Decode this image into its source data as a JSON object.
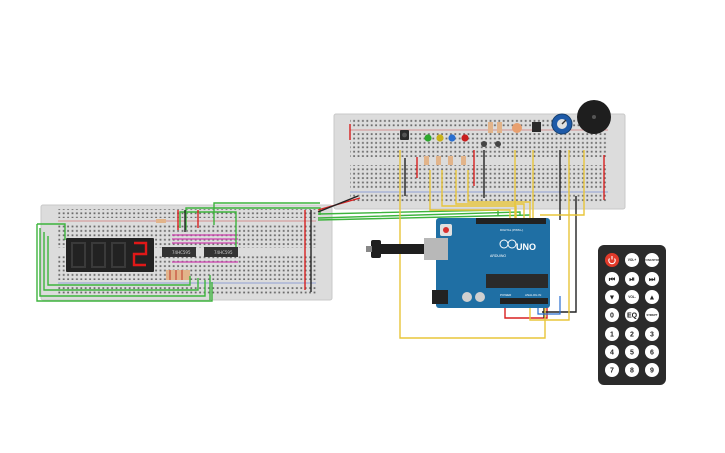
{
  "colors": {
    "breadboard": "#dcdcdc",
    "arduino": "#1f6fa4",
    "wire_green": "#3db43d",
    "wire_yellow": "#e8c53a",
    "wire_red": "#d82020",
    "wire_black": "#222222",
    "wire_magenta": "#d040b0",
    "wire_blue": "#2a6fd0",
    "remote_body": "#2b2b2b",
    "remote_button": "#ffffff",
    "power_button": "#e23a2a",
    "segment_on": "#e01818"
  },
  "display": {
    "digits": [
      "",
      "",
      "",
      "2"
    ]
  },
  "chips": {
    "left_label": "74HC595",
    "right_label": "74HC595"
  },
  "arduino": {
    "logo_text": "UNO",
    "brand_text": "ARDUINO",
    "power_label": "POWER",
    "analog_label": "ANALOG IN",
    "digital_label": "DIGITAL (PWM~)"
  },
  "remote": {
    "buttons": [
      {
        "name": "power",
        "label": ""
      },
      {
        "name": "vol-up",
        "label": "VOL+"
      },
      {
        "name": "func-stop",
        "label": "FUNC/STOP"
      },
      {
        "name": "rewind",
        "label": "⏮"
      },
      {
        "name": "play-pause",
        "label": "⏯"
      },
      {
        "name": "fast-forward",
        "label": "⏭"
      },
      {
        "name": "down",
        "label": "▼"
      },
      {
        "name": "vol-down",
        "label": "VOL-"
      },
      {
        "name": "up",
        "label": "▲"
      },
      {
        "name": "zero",
        "label": "0"
      },
      {
        "name": "eq",
        "label": "EQ"
      },
      {
        "name": "st-rept",
        "label": "ST/REPT"
      },
      {
        "name": "one",
        "label": "1"
      },
      {
        "name": "two",
        "label": "2"
      },
      {
        "name": "three",
        "label": "3"
      },
      {
        "name": "four",
        "label": "4"
      },
      {
        "name": "five",
        "label": "5"
      },
      {
        "name": "six",
        "label": "6"
      },
      {
        "name": "seven",
        "label": "7"
      },
      {
        "name": "eight",
        "label": "8"
      },
      {
        "name": "nine",
        "label": "9"
      }
    ]
  },
  "leds": [
    {
      "name": "green",
      "color": "#2ea82e"
    },
    {
      "name": "yellow",
      "color": "#c9b21a"
    },
    {
      "name": "blue",
      "color": "#2a6fd0"
    },
    {
      "name": "red",
      "color": "#c81e1e"
    }
  ]
}
